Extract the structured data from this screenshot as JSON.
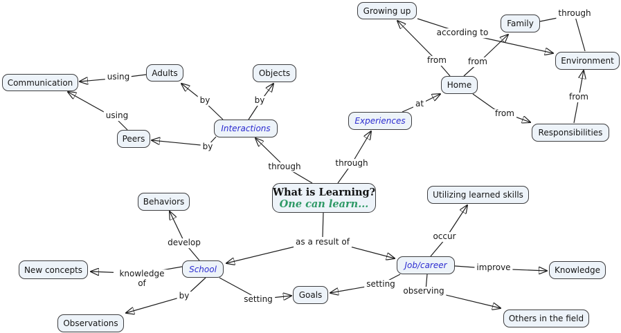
{
  "root": {
    "title": "What is Learning?",
    "subtitle": "One can learn..."
  },
  "colors": {
    "node_fill": "#edf3f9",
    "node_border": "#3c3c3e",
    "concept_accent_text": "#2b2bd0",
    "root_subtitle_green": "#2e9966",
    "edge_line": "#1c1c1c",
    "background": "#ffffff"
  },
  "nodes": {
    "communication": {
      "label": "Communication"
    },
    "adults": {
      "label": "Adults"
    },
    "peers": {
      "label": "Peers"
    },
    "objects": {
      "label": "Objects"
    },
    "interactions": {
      "label": "Interactions"
    },
    "growing_up": {
      "label": "Growing up"
    },
    "family": {
      "label": "Family"
    },
    "environment": {
      "label": "Environment"
    },
    "home": {
      "label": "Home"
    },
    "responsibilities": {
      "label": "Responsibilities"
    },
    "experiences": {
      "label": "Experiences"
    },
    "behaviors": {
      "label": "Behaviors"
    },
    "new_concepts": {
      "label": "New concepts"
    },
    "observations": {
      "label": "Observations"
    },
    "school": {
      "label": "School"
    },
    "goals": {
      "label": "Goals"
    },
    "job_career": {
      "label": "Job/career"
    },
    "utilizing_learned_skills": {
      "label": "Utilizing learned skills"
    },
    "knowledge": {
      "label": "Knowledge"
    },
    "others_in_the_field": {
      "label": "Others in the field"
    }
  },
  "edge_labels": {
    "using_adults": "using",
    "using_peers": "using",
    "by_adults": "by",
    "by_objects": "by",
    "by_peers": "by",
    "through_interactions": "through",
    "through_experiences": "through",
    "at_home": "at",
    "from_home_to_growing_up": "from",
    "from_home_to_family": "from",
    "according_to": "according to",
    "through_environment": "through",
    "from_resp_to_environment": "from",
    "from_home_to_responsibilities": "from",
    "as_a_result_of": "as a result of",
    "develop": "develop",
    "knowledge_of": "knowledge of",
    "by_observations": "by",
    "setting_school": "setting",
    "setting_job": "setting",
    "occur": "occur",
    "improve": "improve",
    "observing": "observing"
  },
  "links": [
    {
      "from": "Adults",
      "label": "using",
      "to": "Communication",
      "arrow": true
    },
    {
      "from": "Peers",
      "label": "using",
      "to": "Communication",
      "arrow": true
    },
    {
      "from": "Interactions",
      "label": "by",
      "to": "Adults",
      "arrow": true
    },
    {
      "from": "Interactions",
      "label": "by",
      "to": "Objects",
      "arrow": true
    },
    {
      "from": "Interactions",
      "label": "by",
      "to": "Peers",
      "arrow": true
    },
    {
      "from": "What is Learning?",
      "label": "through",
      "to": "Interactions",
      "arrow": true
    },
    {
      "from": "What is Learning?",
      "label": "through",
      "to": "Experiences",
      "arrow": true
    },
    {
      "from": "Experiences",
      "label": "at",
      "to": "Home",
      "arrow": true
    },
    {
      "from": "Home",
      "label": "from",
      "to": "Growing up",
      "arrow": true
    },
    {
      "from": "Home",
      "label": "from",
      "to": "Family",
      "arrow": true
    },
    {
      "from": "Growing up",
      "label": "according to",
      "to": "Environment",
      "arrow": true
    },
    {
      "from": "Family",
      "label": "through",
      "to": "Environment",
      "arrow": false
    },
    {
      "from": "Responsibilities",
      "label": "from",
      "to": "Environment",
      "arrow": true
    },
    {
      "from": "Home",
      "label": "from",
      "to": "Responsibilities",
      "arrow": true
    },
    {
      "from": "What is Learning?",
      "label": "as a result of",
      "to": "School",
      "arrow": true
    },
    {
      "from": "What is Learning?",
      "label": "as a result of",
      "to": "Job/career",
      "arrow": true
    },
    {
      "from": "School",
      "label": "develop",
      "to": "Behaviors",
      "arrow": true
    },
    {
      "from": "School",
      "label": "knowledge of",
      "to": "New concepts",
      "arrow": true
    },
    {
      "from": "School",
      "label": "by",
      "to": "Observations",
      "arrow": true
    },
    {
      "from": "School",
      "label": "setting",
      "to": "Goals",
      "arrow": true
    },
    {
      "from": "Job/career",
      "label": "setting",
      "to": "Goals",
      "arrow": true
    },
    {
      "from": "Job/career",
      "label": "occur",
      "to": "Utilizing learned skills",
      "arrow": true
    },
    {
      "from": "Job/career",
      "label": "improve",
      "to": "Knowledge",
      "arrow": true
    },
    {
      "from": "Job/career",
      "label": "observing",
      "to": "Others in the field",
      "arrow": true
    }
  ]
}
